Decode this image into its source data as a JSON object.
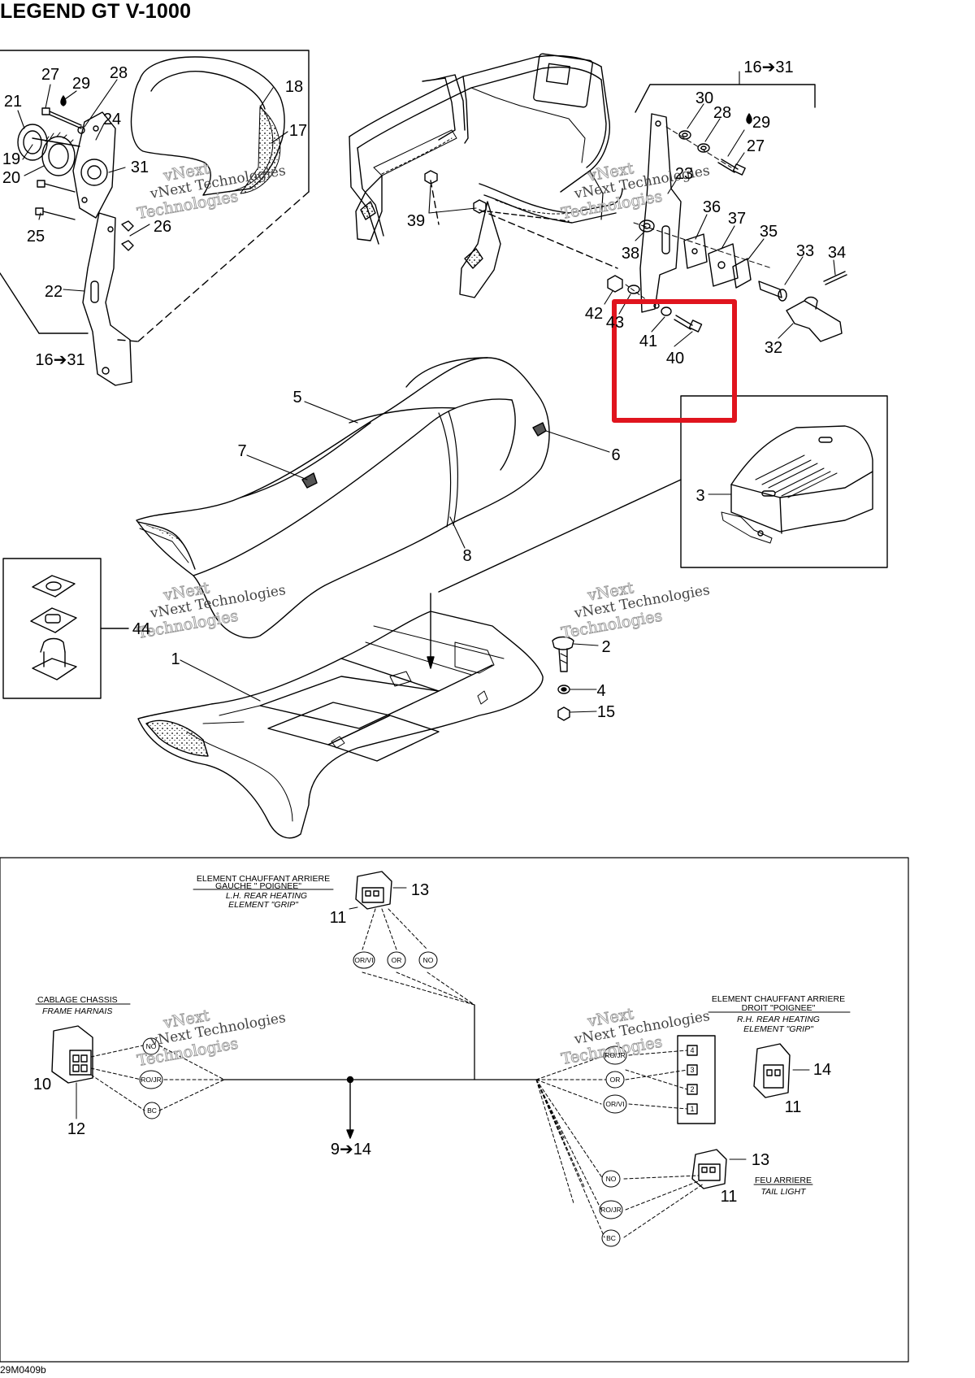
{
  "document": {
    "title": "LEGEND GT V-1000",
    "drawing_code": "29M0409b"
  },
  "callouts": [
    {
      "id": "c27a",
      "text": "27"
    },
    {
      "id": "c29a",
      "text": "29"
    },
    {
      "id": "c28a",
      "text": "28"
    },
    {
      "id": "c21",
      "text": "21"
    },
    {
      "id": "c24",
      "text": "24"
    },
    {
      "id": "c19",
      "text": "19"
    },
    {
      "id": "c20",
      "text": "20"
    },
    {
      "id": "c31",
      "text": "31"
    },
    {
      "id": "c25",
      "text": "25"
    },
    {
      "id": "c26",
      "text": "26"
    },
    {
      "id": "c22",
      "text": "22"
    },
    {
      "id": "c16-31a",
      "text": "16➔31"
    },
    {
      "id": "c18",
      "text": "18"
    },
    {
      "id": "c17",
      "text": "17"
    },
    {
      "id": "c39",
      "text": "39"
    },
    {
      "id": "c16-31b",
      "text": "16➔31"
    },
    {
      "id": "c30",
      "text": "30"
    },
    {
      "id": "c28b",
      "text": "28"
    },
    {
      "id": "c29b",
      "text": "29"
    },
    {
      "id": "c27b",
      "text": "27"
    },
    {
      "id": "c23",
      "text": "23"
    },
    {
      "id": "c36",
      "text": "36"
    },
    {
      "id": "c37",
      "text": "37"
    },
    {
      "id": "c35",
      "text": "35"
    },
    {
      "id": "c33",
      "text": "33"
    },
    {
      "id": "c34",
      "text": "34"
    },
    {
      "id": "c38",
      "text": "38"
    },
    {
      "id": "c42",
      "text": "42"
    },
    {
      "id": "c43",
      "text": "43"
    },
    {
      "id": "c41",
      "text": "41"
    },
    {
      "id": "c40",
      "text": "40"
    },
    {
      "id": "c32",
      "text": "32"
    },
    {
      "id": "c5",
      "text": "5"
    },
    {
      "id": "c7",
      "text": "7"
    },
    {
      "id": "c6",
      "text": "6"
    },
    {
      "id": "c3",
      "text": "3"
    },
    {
      "id": "c8",
      "text": "8"
    },
    {
      "id": "c44",
      "text": "44"
    },
    {
      "id": "c1",
      "text": "1"
    },
    {
      "id": "c2",
      "text": "2"
    },
    {
      "id": "c4",
      "text": "4"
    },
    {
      "id": "c15",
      "text": "15"
    },
    {
      "id": "c13a",
      "text": "13"
    },
    {
      "id": "c11a",
      "text": "11"
    },
    {
      "id": "c10",
      "text": "10"
    },
    {
      "id": "c12",
      "text": "12"
    },
    {
      "id": "c9-14",
      "text": "9➔14"
    },
    {
      "id": "c14",
      "text": "14"
    },
    {
      "id": "c11b",
      "text": "11"
    },
    {
      "id": "c13b",
      "text": "13"
    },
    {
      "id": "c11c",
      "text": "11"
    }
  ],
  "harness_labels": {
    "lh_fr_1": "ELEMENT CHAUFFANT ARRIERE",
    "lh_fr_2": "GAUCHE \" POIGNEE\"",
    "lh_en_1": "L.H. REAR HEATING",
    "lh_en_2": "ELEMENT \"GRIP\"",
    "frame_fr": "CABLAGE CHASSIS",
    "frame_en": "FRAME HARNAIS",
    "rh_fr_1": "ELEMENT CHAUFFANT ARRIERE",
    "rh_fr_2": "DROIT \"POIGNEE\"",
    "rh_en_1": "R.H. REAR HEATING",
    "rh_en_2": "ELEMENT \"GRIP\"",
    "tail_fr": "FEU ARRIERE",
    "tail_en": "TAIL LIGHT"
  },
  "wire_codes": {
    "top_1": "OR/VI",
    "top_2": "OR",
    "top_3": "NO",
    "left_1": "NO",
    "left_2": "RO/JR",
    "left_3": "BC",
    "right_1": "RO/JR",
    "right_2": "OR",
    "right_3": "OR/VI",
    "tail_1": "NO",
    "tail_2": "RO/JR",
    "tail_3": "BC"
  },
  "pins": {
    "p4": "4",
    "p3": "3",
    "p2": "2",
    "p1": "1"
  },
  "watermark": {
    "line1": "vNext",
    "line2": "vNext Technologies",
    "line3": "Technologies"
  },
  "highlight": {
    "color": "#e0141e",
    "encloses": [
      "40",
      "41",
      "43"
    ]
  },
  "colors": {
    "line": "#000000",
    "background": "#ffffff",
    "watermark_outline": "#9a9a9a"
  }
}
